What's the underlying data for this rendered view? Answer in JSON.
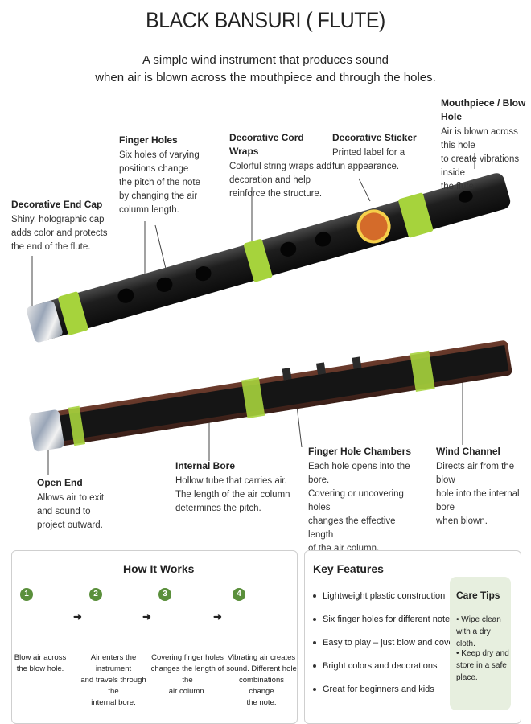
{
  "header": {
    "title": "BLACK BANSURI ( FLUTE)",
    "subtitle_line1": "A simple wind instrument that produces sound",
    "subtitle_line2": "when air is blown across the mouthpiece and through the holes."
  },
  "labels": {
    "end_cap": {
      "title": "Decorative End Cap",
      "lines": [
        "Shiny, holographic cap",
        "adds color and protects",
        "the end of the flute."
      ]
    },
    "finger_holes": {
      "title": "Finger Holes",
      "lines": [
        "Six holes of varying",
        "positions change",
        "the pitch of the note",
        "by changing the air",
        "column length."
      ]
    },
    "cord_wraps": {
      "title": "Decorative Cord Wraps",
      "lines": [
        "Colorful string wraps add",
        "decoration and help",
        "reinforce the structure."
      ]
    },
    "sticker": {
      "title": "Decorative Sticker",
      "lines": [
        "Printed label for a",
        "fun appearance."
      ]
    },
    "mouthpiece": {
      "title": "Mouthpiece / Blow Hole",
      "lines": [
        "Air is blown across this hole",
        "to create vibrations inside",
        "the flute."
      ]
    },
    "open_end": {
      "title": "Open End",
      "lines": [
        "Allows air to exit",
        "and sound to",
        "project outward."
      ]
    },
    "internal_bore": {
      "title": "Internal Bore",
      "lines": [
        "Hollow tube that carries air.",
        "The length of the air column",
        "determines the pitch."
      ]
    },
    "chambers": {
      "title": "Finger Hole Chambers",
      "lines": [
        "Each hole opens into the bore.",
        "Covering or uncovering holes",
        "changes the effective length",
        "of the air column."
      ]
    },
    "wind_channel": {
      "title": "Wind Channel",
      "lines": [
        "Directs air from the blow",
        "hole into the internal bore",
        "when blown."
      ]
    }
  },
  "how_it_works": {
    "title": "How It Works",
    "steps": [
      {
        "num": "1",
        "lines": [
          "Blow air across",
          "the blow hole."
        ]
      },
      {
        "num": "2",
        "lines": [
          "Air enters the instrument",
          "and travels through the",
          "internal bore."
        ]
      },
      {
        "num": "3",
        "lines": [
          "Covering finger holes",
          "changes the length of the",
          "air column."
        ]
      },
      {
        "num": "4",
        "lines": [
          "Vibrating air creates",
          "sound. Different hole",
          "combinations change",
          "the note."
        ]
      }
    ],
    "arrow": "➜"
  },
  "key_features": {
    "title": "Key Features",
    "items": [
      "Lightweight plastic construction",
      "Six finger holes for different notes",
      "Easy to play – just blow and cover holes",
      "Bright colors and decorations",
      "Great for beginners and kids"
    ]
  },
  "care_tips": {
    "title": "Care Tips",
    "items": [
      "Wipe clean with a dry cloth.",
      "Keep dry and store in a safe place."
    ]
  },
  "colors": {
    "flute_body": "#1b1b1b",
    "cord": "#a6d33c",
    "badge": "#5a8f3b",
    "care_bg": "#e7efdf"
  }
}
